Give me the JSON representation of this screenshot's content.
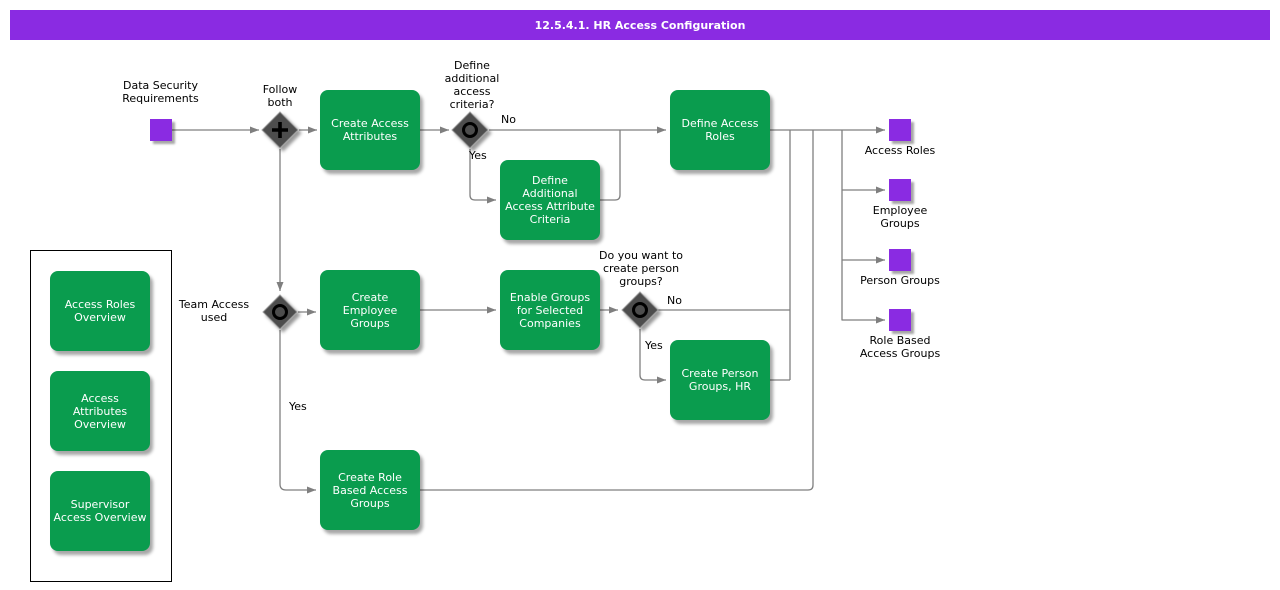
{
  "title_bar": {
    "title": "12.5.4.1. HR Access Configuration"
  },
  "colors": {
    "accent_purple": "#8a2be2",
    "task_green": "#0a9c4e",
    "connector_gray": "#7f7f7f",
    "gateway_gray": "#4d4d4d"
  },
  "overview_panel": {
    "items": [
      {
        "label": "Access Roles Overview"
      },
      {
        "label": "Access Attributes Overview"
      },
      {
        "label": "Supervisor Access Overview"
      }
    ]
  },
  "start_event": {
    "label": "Data Security Requirements"
  },
  "gateways": [
    {
      "label": "Follow both",
      "type": "parallel"
    },
    {
      "label": "Define additional access criteria?",
      "type": "inclusive"
    },
    {
      "label": "Team Access used",
      "type": "inclusive"
    },
    {
      "label": "Do you want to create person groups?",
      "type": "inclusive"
    }
  ],
  "tasks": [
    {
      "label": "Create Access Attributes"
    },
    {
      "label": "Define Access Roles"
    },
    {
      "label": "Define Additional Access Attribute Criteria"
    },
    {
      "label": "Create Employee Groups"
    },
    {
      "label": "Enable Groups for Selected Companies"
    },
    {
      "label": "Create Person Groups, HR"
    },
    {
      "label": "Create Role Based Access Groups"
    }
  ],
  "branch_labels": {
    "criteria_no": "No",
    "criteria_yes": "Yes",
    "person_no": "No",
    "person_yes": "Yes",
    "team_yes": "Yes"
  },
  "end_events": [
    {
      "label": "Access Roles"
    },
    {
      "label": "Employee Groups"
    },
    {
      "label": "Person Groups"
    },
    {
      "label": "Role Based Access Groups"
    }
  ]
}
